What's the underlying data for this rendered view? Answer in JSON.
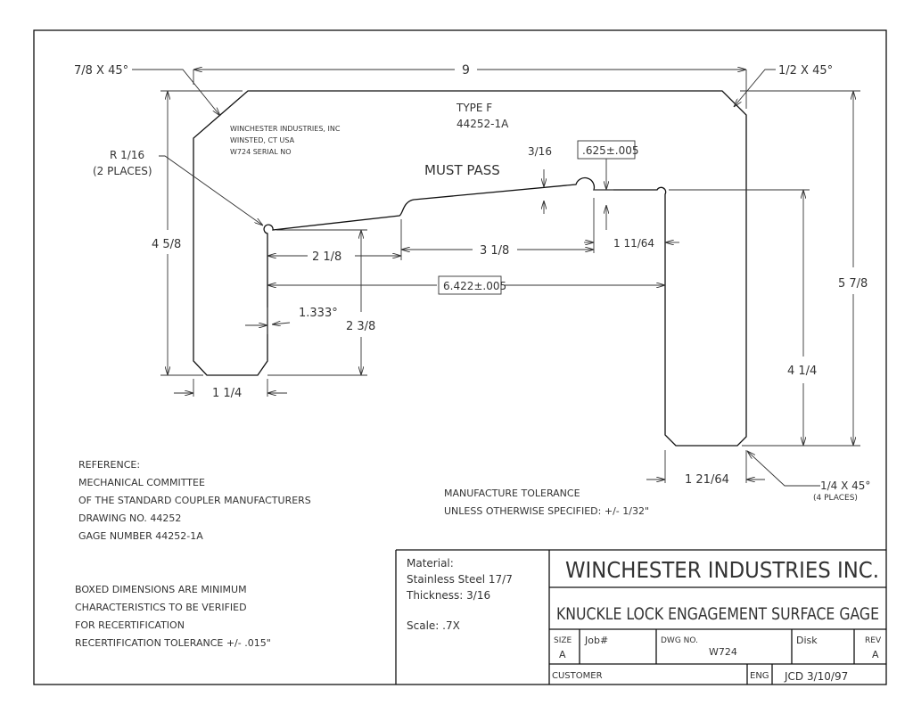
{
  "dimensions": {
    "chamfer_top_left": "7/8 X 45°",
    "chamfer_top_right": "1/2 X 45°",
    "overall_width": "9",
    "radius_label": "R 1/16",
    "radius_places": "(2 PLACES)",
    "left_height": "4 5/8",
    "right_height": "5 7/8",
    "slot_depth": "3/16",
    "must_pass_box": ".625±.005",
    "must_pass_label": "MUST PASS",
    "dim_2_1_8": "2 1/8",
    "dim_3_1_8": "3 1/8",
    "dim_1_11_64": "1 11/64",
    "dim_6_422_box": "6.422±.005",
    "angle": "1.333°",
    "dim_2_3_8": "2 3/8",
    "dim_1_1_4": "1 1/4",
    "dim_4_1_4": "4 1/4",
    "dim_1_21_64": "1 21/64",
    "chamfer_bottom": "1/4 X 45°",
    "chamfer_bottom_places": "(4 PLACES)"
  },
  "part_marking": {
    "line1": "WINCHESTER INDUSTRIES, INC",
    "line2": "WINSTED, CT USA",
    "line3": "W724 SERIAL NO"
  },
  "type_label": {
    "line1": "TYPE F",
    "line2": "44252-1A"
  },
  "reference_notes": [
    "REFERENCE:",
    "MECHANICAL COMMITTEE",
    "OF THE STANDARD COUPLER MANUFACTURERS",
    "DRAWING NO. 44252",
    "GAGE NUMBER 44252-1A"
  ],
  "boxed_notes": [
    "BOXED DIMENSIONS ARE MINIMUM",
    "CHARACTERISTICS TO BE VERIFIED",
    "FOR RECERTIFICATION",
    "RECERTIFICATION TOLERANCE +/- .015\""
  ],
  "tolerance_notes": [
    "MANUFACTURE TOLERANCE",
    "UNLESS OTHERWISE SPECIFIED: +/- 1/32\""
  ],
  "title_block": {
    "material_label": "Material:",
    "material_value": "Stainless Steel 17/7",
    "thickness": "Thickness: 3/16",
    "scale": "Scale: .7X",
    "company": "WINCHESTER INDUSTRIES INC.",
    "drawing_title": "KNUCKLE LOCK ENGAGEMENT SURFACE GAGE",
    "size_label": "SIZE",
    "size_value": "A",
    "job_label": "Job#",
    "dwg_label": "DWG NO.",
    "dwg_value": "W724",
    "disk_label": "Disk",
    "rev_label": "REV",
    "rev_value": "A",
    "customer_label": "CUSTOMER",
    "eng_label": "ENG",
    "eng_value": "JCD 3/10/97"
  }
}
